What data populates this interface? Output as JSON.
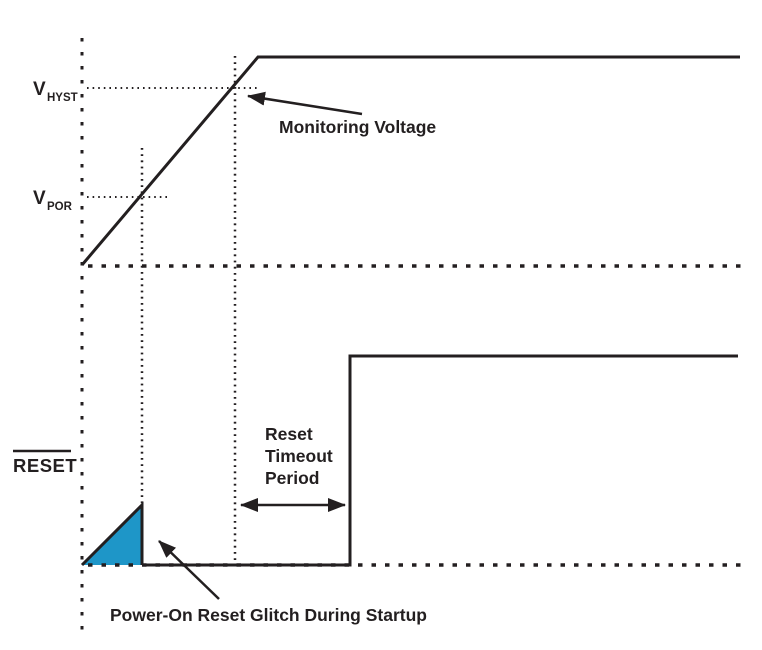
{
  "figure": {
    "background_color": "#ffffff",
    "line_color": "#231f20",
    "glitch_fill_color": "#1e96c8"
  },
  "labels": {
    "v_hyst_main": "V",
    "v_hyst_sub": "HYST",
    "v_por_main": "V",
    "v_por_sub": "POR",
    "monitoring_voltage": "Monitoring Voltage",
    "reset_signal": "RESET",
    "reset_timeout_line1": "Reset",
    "reset_timeout_line2": "Timeout",
    "reset_timeout_line3": "Period",
    "glitch_annotation": "Power-On Reset Glitch During Startup"
  }
}
